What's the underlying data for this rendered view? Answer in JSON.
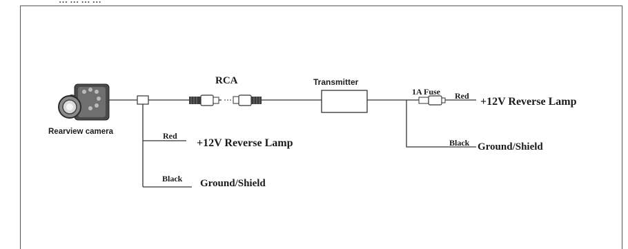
{
  "diagram": {
    "top_fragment": "… … … …",
    "labels": {
      "camera": "Rearview camera",
      "rca": "RCA",
      "transmitter": "Transmitter",
      "fuse": "1A Fuse",
      "right_red": "Red",
      "right_power": "+12V Reverse Lamp",
      "right_black": "Black",
      "right_ground": "Ground/Shield",
      "left_red": "Red",
      "left_power": "+12V Reverse Lamp",
      "left_black": "Black",
      "left_ground": "Ground/Shield"
    }
  }
}
